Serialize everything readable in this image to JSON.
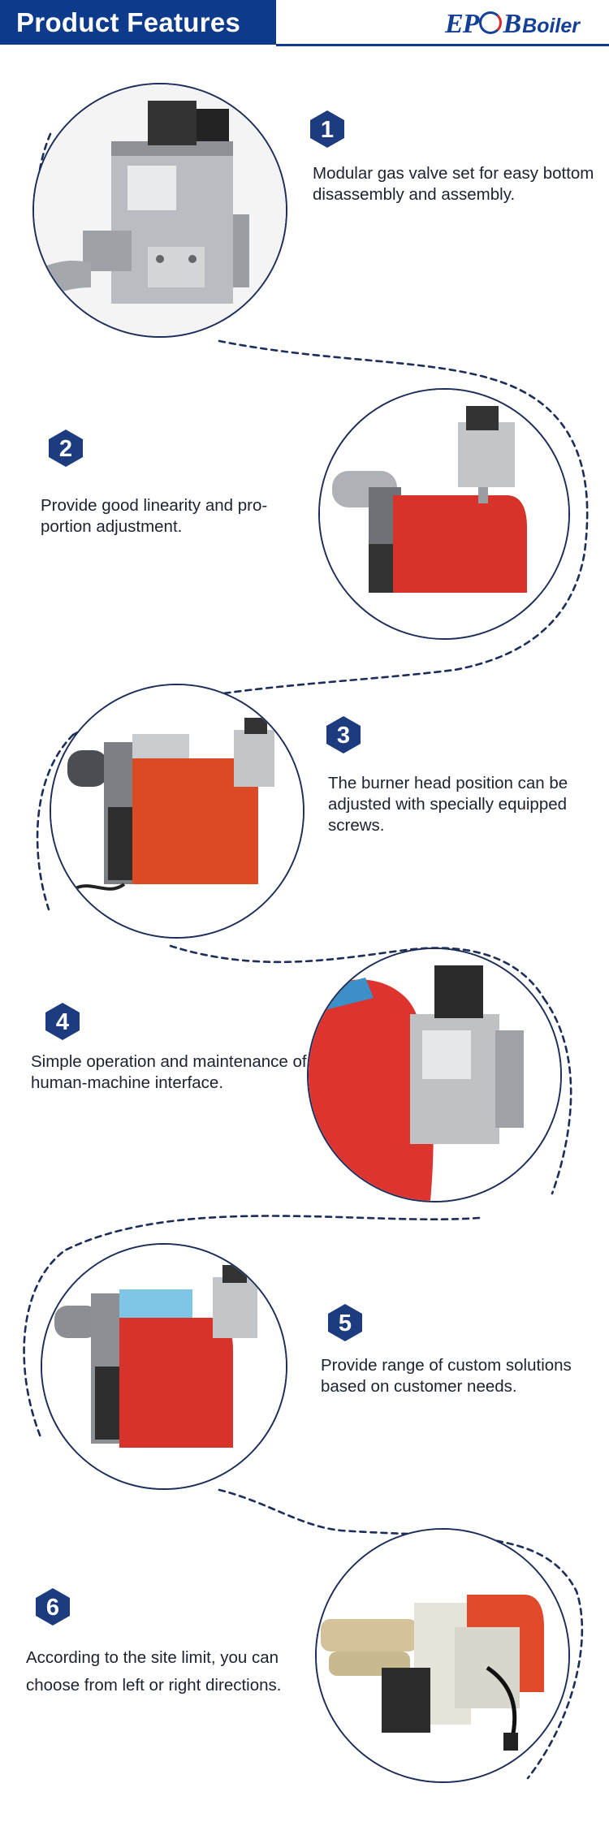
{
  "header": {
    "title": "Product Features",
    "logo_main": "EP",
    "logo_main_2": "B",
    "logo_sub": "Boiler"
  },
  "colors": {
    "header_bg": "#0d3a8a",
    "badge": "#1d3b7f",
    "burner_red": "#d8332a",
    "dashed_path": "#1c2d5a"
  },
  "features": [
    {
      "number": "1",
      "text": "Modular gas valve set for easy bottom disassembly and assembly.",
      "image": "gas-valve-set-photo"
    },
    {
      "number": "2",
      "text": "Provide good linearity and pro-portion adjustment.",
      "image": "burner-right-view-photo"
    },
    {
      "number": "3",
      "text": "The burner head position can be adjusted with specially equipped screws.",
      "image": "burner-side-view-photo"
    },
    {
      "number": "4",
      "text": "Simple operation and maintenance of human-machine interface.",
      "image": "burner-closeup-photo"
    },
    {
      "number": "5",
      "text": "Provide range of custom solutions based on customer needs.",
      "image": "burner-front-view-photo"
    },
    {
      "number": "6",
      "text": "According to the site limit, you can choose from left or right directions.",
      "image": "burner-head-photo"
    }
  ]
}
